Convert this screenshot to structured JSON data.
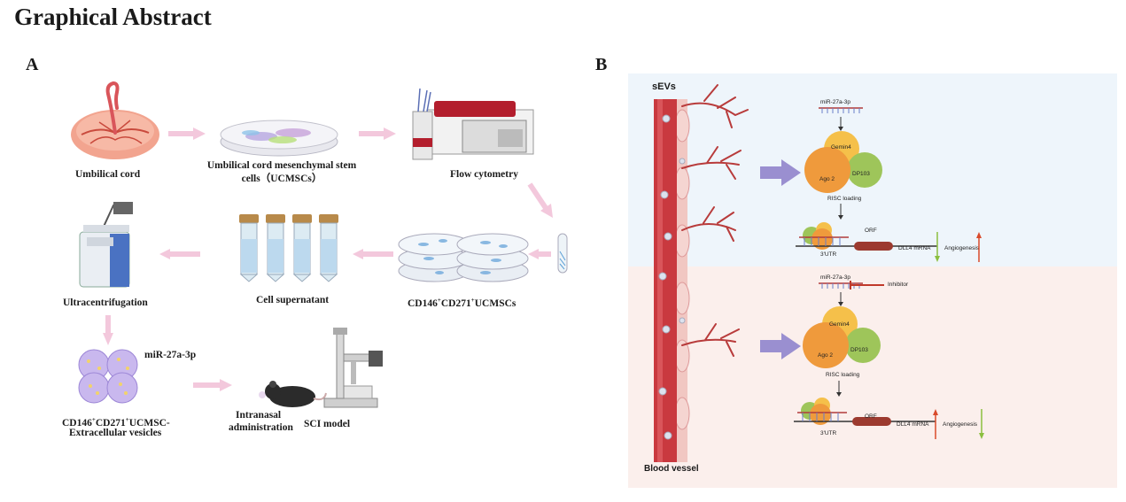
{
  "title": "Graphical Abstract",
  "panel_a": {
    "letter": "A",
    "steps": {
      "umbilical_cord": "Umbilical cord",
      "ucmsc_line1": "Umbilical cord mesenchymal stem",
      "ucmsc_line2": "cells（UCMSCs）",
      "flow_cytometry": "Flow cytometry",
      "cd_ucmscs_a": "CD146",
      "cd_ucmscs_b": "CD271",
      "cd_ucmscs_c": "UCMSCs",
      "cell_supernatant": "Cell supernatant",
      "ultracentrifugation": "Ultracentrifugation",
      "mirna": "miR-27a-3p",
      "ev_line1_a": "CD146",
      "ev_line1_b": "CD271",
      "ev_line1_c": "UCMSC-",
      "ev_line2": "Extracellular vesicles",
      "intranasal_line1": "Intranasal",
      "intranasal_line2": "administration",
      "sci_model": "SCI model"
    },
    "sup_plus": "+"
  },
  "panel_b": {
    "letter": "B",
    "sevs": "sEVs",
    "blood_vessel": "Blood vessel",
    "top": {
      "mirna": "miR-27a-3p",
      "gemin4": "Gemin4",
      "ago2": "Ago 2",
      "dp103": "DP103",
      "risc": "RISC loading",
      "orf": "ORF",
      "utr": "3'UTR",
      "dll4": "DLL4 mRNA",
      "angiogenesis": "Angiogenesis"
    },
    "bottom": {
      "mirna": "miR-27a-3p",
      "inhibitor": "Inhibitor",
      "gemin4": "Gemin4",
      "ago2": "Ago 2",
      "dp103": "DP103",
      "risc": "RISC loading",
      "orf": "ORF",
      "utr": "3'UTR",
      "dll4": "DLL4 mRNA",
      "angiogenesis": "Angiogenesis"
    },
    "colors": {
      "top_bg": "#eef5fb",
      "bottom_bg": "#fbefec",
      "up_arrow": "#d94a2b",
      "down_arrow": "#8bbf3f"
    }
  }
}
